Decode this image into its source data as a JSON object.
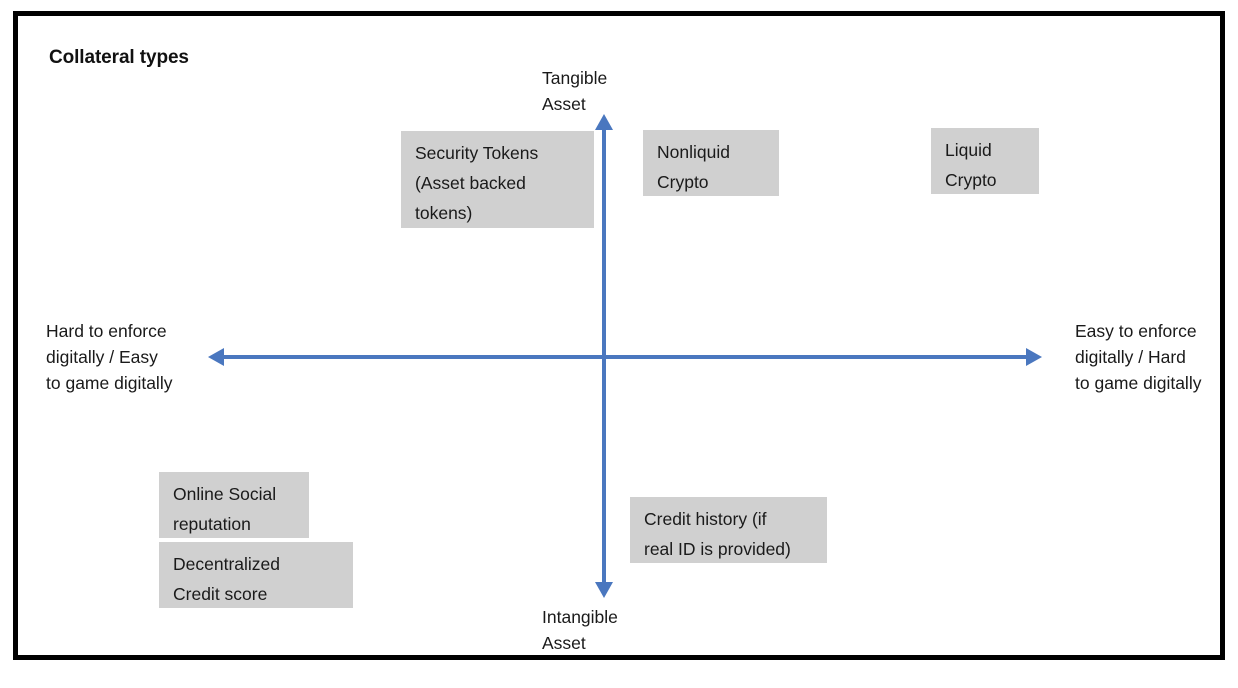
{
  "slide": {
    "title": "Collateral types",
    "background_color": "#ffffff",
    "border_color": "#000000",
    "accent_color": "#4A77BF",
    "box_fill_color": "#D0D0D0"
  },
  "axes": {
    "vertical": {
      "top_label": "Tangible\nAsset",
      "bottom_label": "Intangible\nAsset"
    },
    "horizontal": {
      "left_label": "Hard to enforce\ndigitally / Easy\nto game digitally",
      "right_label": "Easy to enforce\ndigitally / Hard\nto game digitally"
    }
  },
  "items": [
    {
      "id": "security-tokens",
      "label": "Security Tokens\n(Asset backed\ntokens)",
      "quadrant": "top-left"
    },
    {
      "id": "nonliquid-crypto",
      "label": "Nonliquid\nCrypto",
      "quadrant": "top-right"
    },
    {
      "id": "liquid-crypto",
      "label": "Liquid\nCrypto",
      "quadrant": "top-right"
    },
    {
      "id": "online-social-reputation",
      "label": "Online Social\nreputation",
      "quadrant": "bottom-left"
    },
    {
      "id": "decentralized-credit-score",
      "label": "Decentralized\nCredit score",
      "quadrant": "bottom-left"
    },
    {
      "id": "credit-history",
      "label": "Credit history (if\nreal ID is provided)",
      "quadrant": "bottom-right"
    }
  ]
}
